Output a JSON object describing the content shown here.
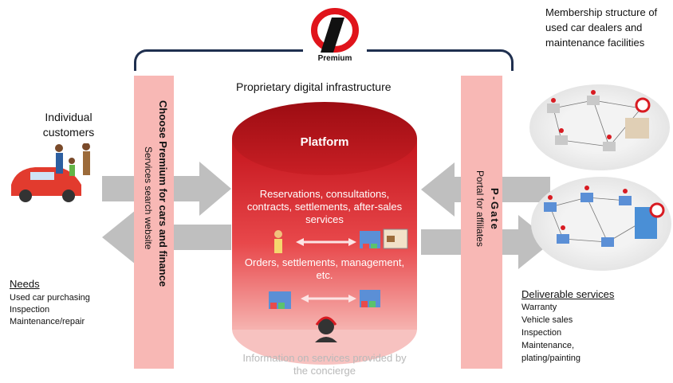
{
  "logo": {
    "brand_text": "Premium"
  },
  "infrastructure_label": "Proprietary digital infrastructure",
  "left_panel": {
    "title": "Choose Premium for cars and finance",
    "subtitle": "Services search website"
  },
  "right_panel": {
    "title": "P-Gate",
    "subtitle": "Portal for affiliates"
  },
  "platform": {
    "title": "Platform",
    "services_text": "Reservations, consultations, contracts, settlements, after-sales services",
    "orders_text": "Orders, settlements, management, etc."
  },
  "concierge_text": "Information on services provided by the concierge",
  "customers": {
    "label": "Individual customers"
  },
  "needs": {
    "heading": "Needs",
    "items": [
      "Used car purchasing",
      "Inspection",
      "Maintenance/repair"
    ]
  },
  "membership": {
    "label": "Membership structure of used car dealers and maintenance facilities"
  },
  "deliverables": {
    "heading": "Deliverable services",
    "items": [
      "Warranty",
      "Vehicle sales",
      "Inspection",
      "Maintenance,",
      "plating/painting"
    ]
  },
  "colors": {
    "panel_pink": "#f8b8b5",
    "cylinder_red": "#c4141c",
    "arrow_gray": "#bfbfbf",
    "bracket_navy": "#1f2f4f",
    "concierge_gray": "#b9b9b9"
  }
}
